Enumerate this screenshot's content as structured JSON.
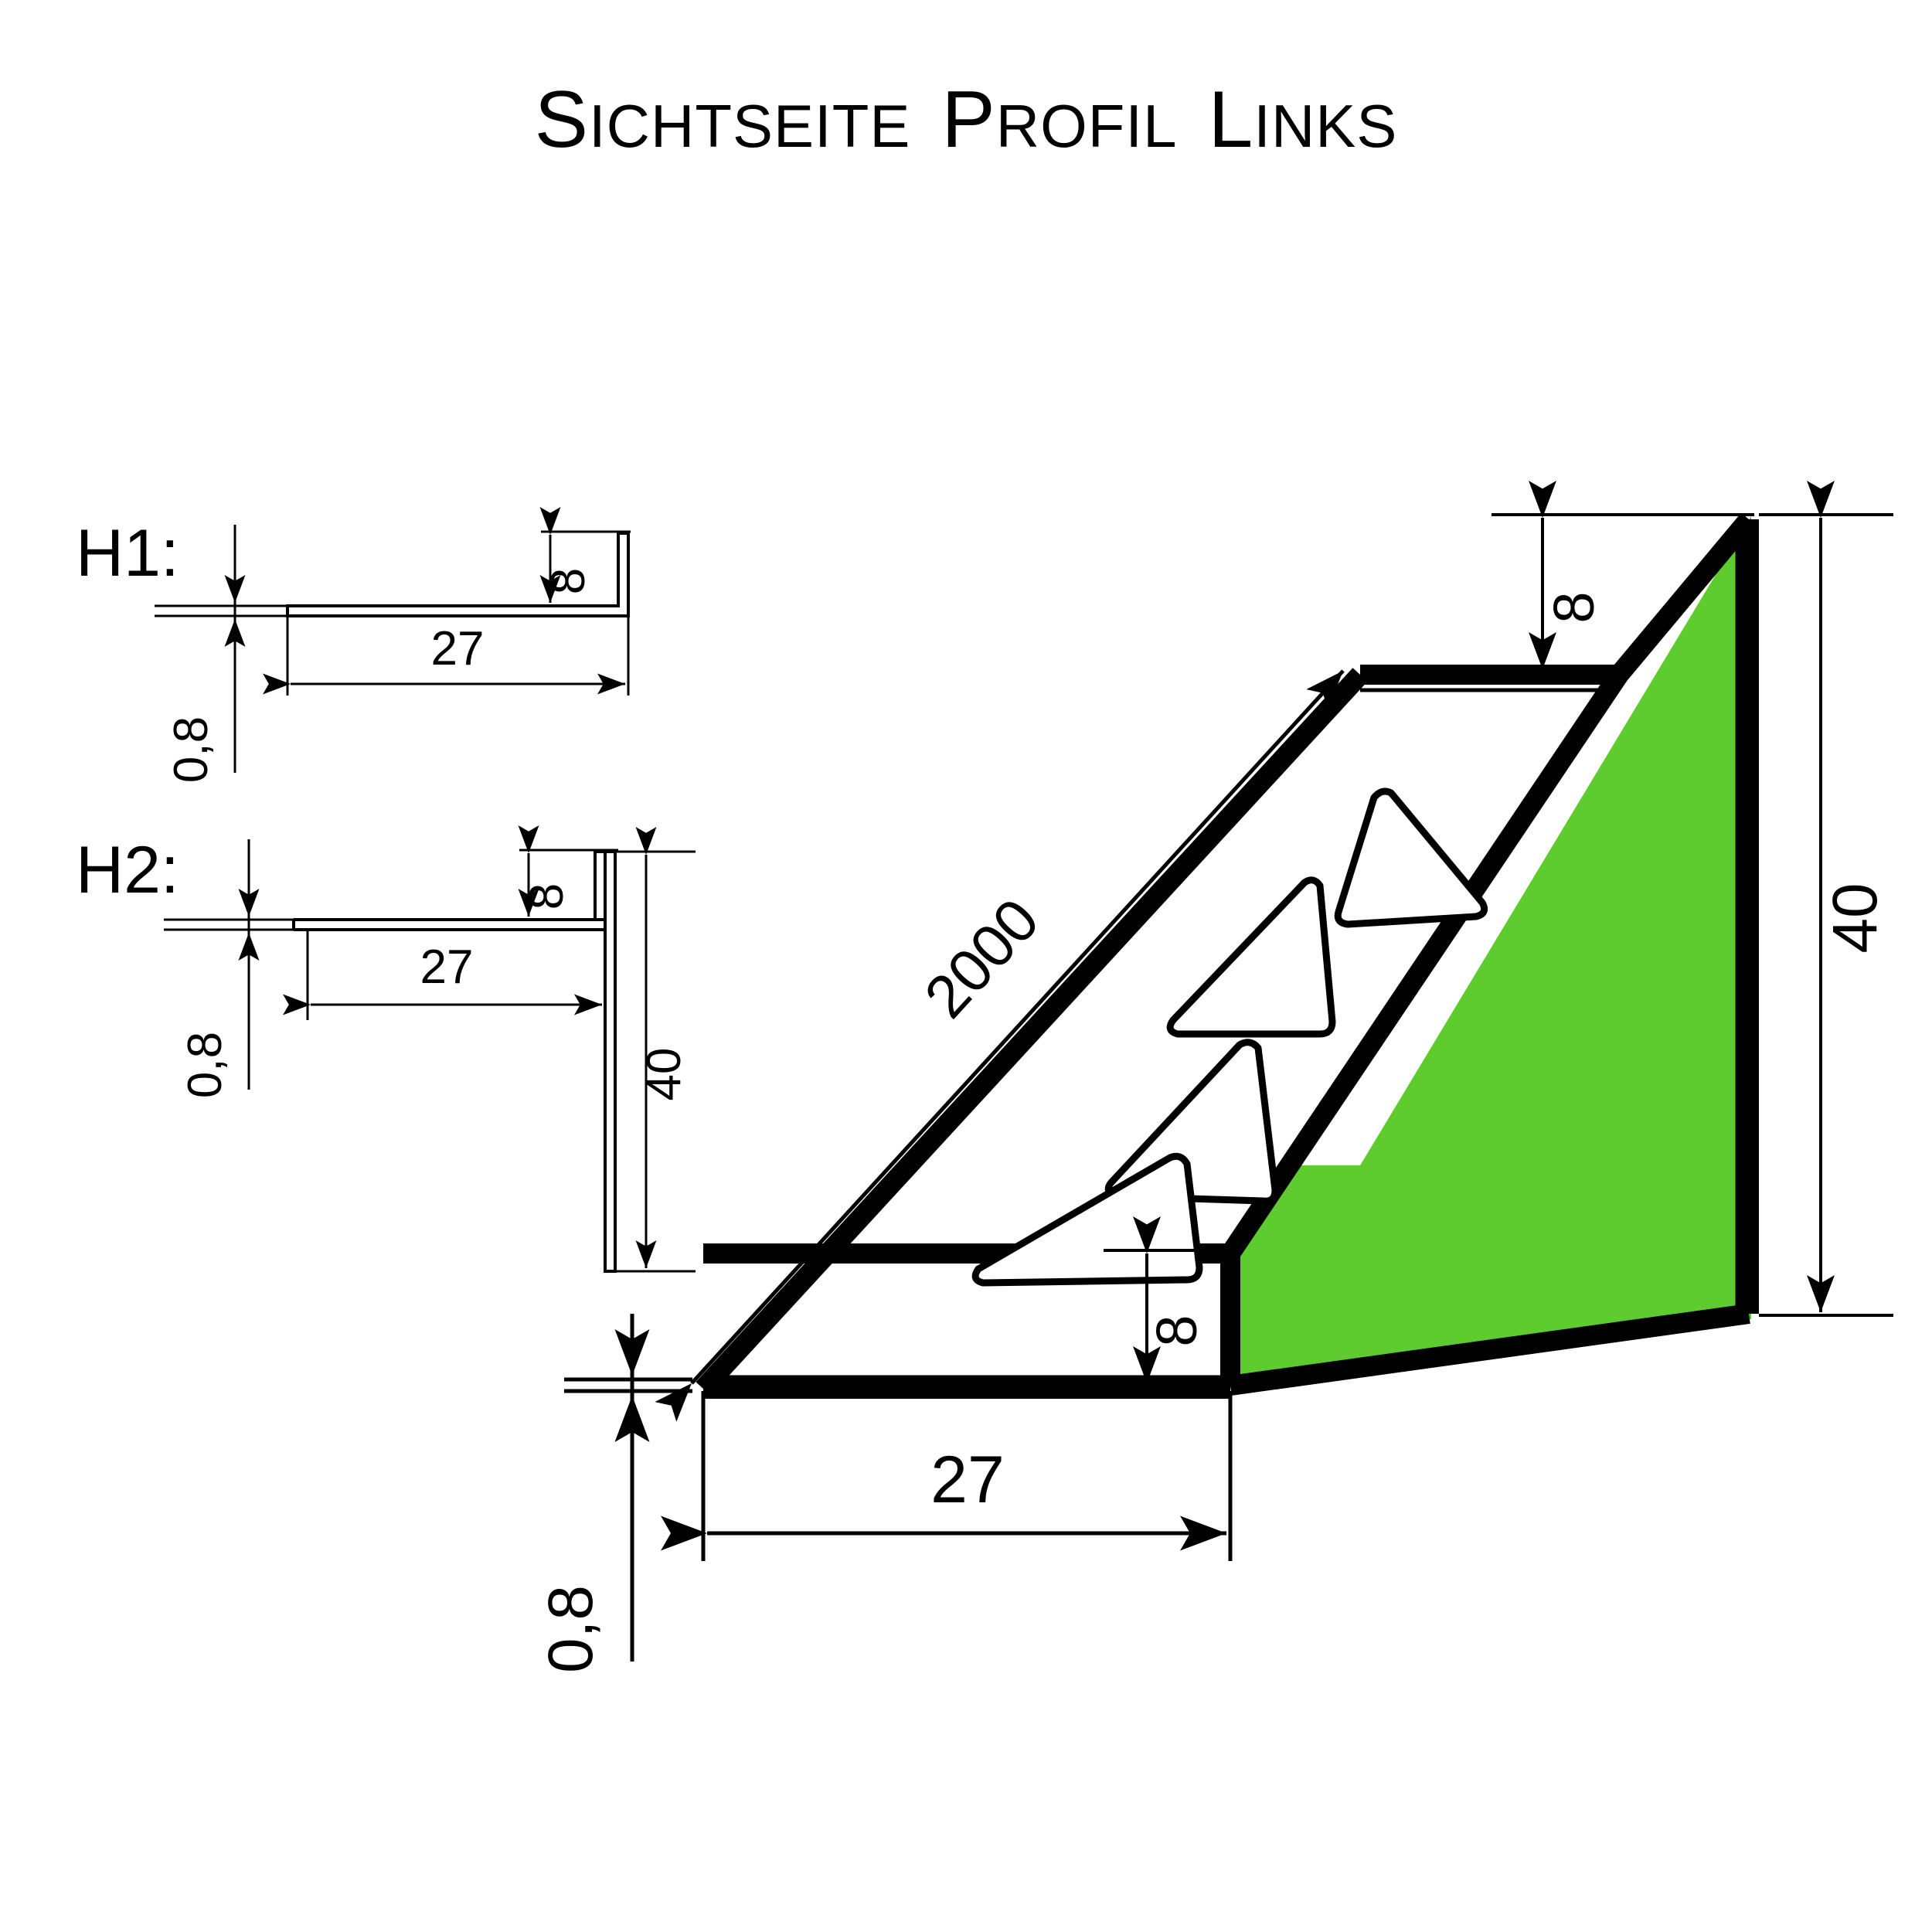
{
  "title": {
    "full": "SICHTSEITE PROFIL LINKS",
    "words": [
      {
        "lead": "S",
        "rest": "ICHTSEITE"
      },
      {
        "lead": "P",
        "rest": "ROFIL"
      },
      {
        "lead": "L",
        "rest": "INKS"
      }
    ]
  },
  "colors": {
    "face_green": "#5ECB2E",
    "outline": "#000000",
    "background": "#ffffff",
    "thin_line": "#1a1a1a"
  },
  "variants": [
    {
      "id": "H1",
      "label": "H1:",
      "dims": {
        "flange_height": "8",
        "width": "27",
        "thickness": "0,8"
      }
    },
    {
      "id": "H2",
      "label": "H2:",
      "dims": {
        "flange_height": "8",
        "width": "27",
        "thickness": "0,8",
        "leg_height": "40"
      }
    }
  ],
  "main_view": {
    "name": "isometric-profile-view",
    "dims": {
      "length": "2000",
      "height_right": "40",
      "flange_top": "8",
      "flange_bottom": "8",
      "base_width": "27",
      "thickness": "0,8"
    },
    "perforations": {
      "count": 4,
      "shape": "rounded-triangle"
    },
    "visible_face": "green"
  }
}
